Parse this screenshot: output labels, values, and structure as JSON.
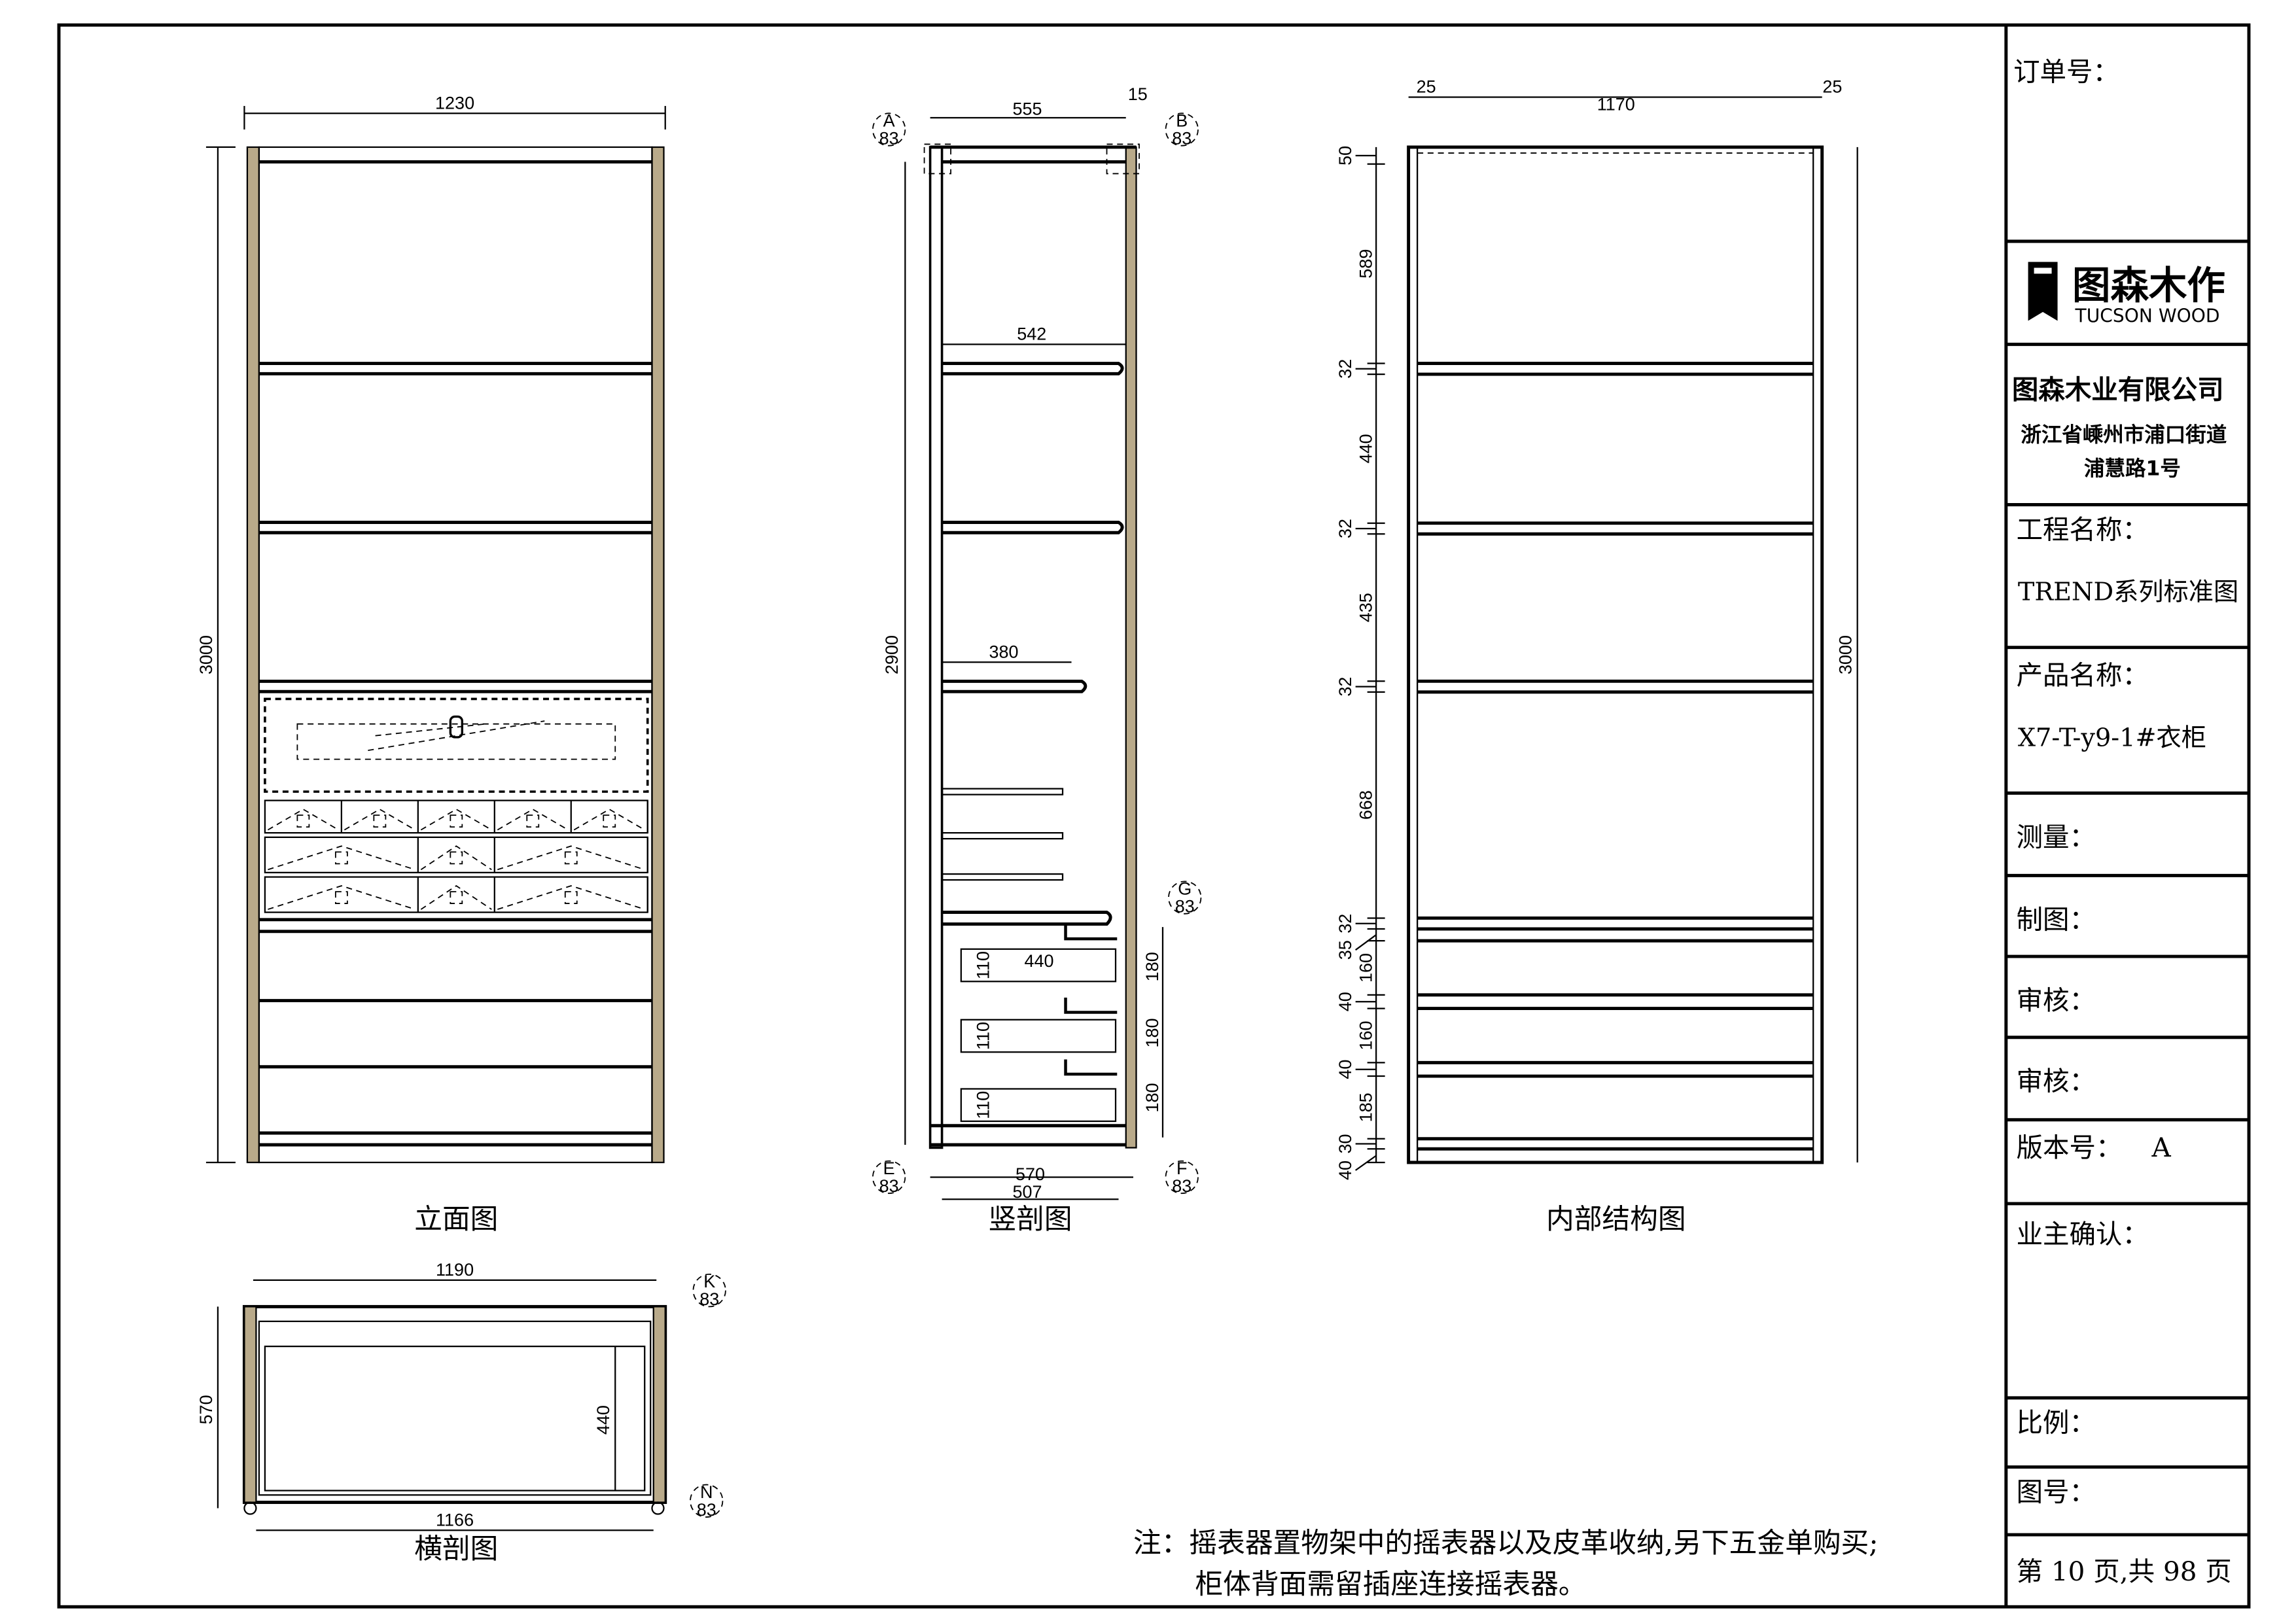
{
  "title_block": {
    "order_no": "订单号：",
    "logo_cn": "图森木作",
    "logo_en": "TUCSON WOOD",
    "company": "图森木业有限公司",
    "address_line1": "浙江省嵊州市浦口街道",
    "address_line2": "浦慧路1号",
    "project_label": "工程名称：",
    "project_value": "TREND系列标准图",
    "product_label": "产品名称：",
    "product_value": "X7-T-y9-1#衣柜",
    "measure_label": "测量：",
    "draw_label": "制图：",
    "review1_label": "审核：",
    "review2_label": "审核：",
    "version_label": "版本号：",
    "version_value": "A",
    "owner_confirm_label": "业主确认：",
    "scale_label": "比例：",
    "drawing_no_label": "图号：",
    "page_info": "第 10 页,共 98 页"
  },
  "elevation": {
    "title": "立面图",
    "width_dim": "1230",
    "height_dim": "3000"
  },
  "section": {
    "title": "竖剖图",
    "depth_dim": "555",
    "back_dim": "15",
    "shelf_dim": "542",
    "height_dim": "2900",
    "tray_dim": "380",
    "drawer_depth_dim": "440",
    "drawer_heights": [
      "110",
      "110",
      "110"
    ],
    "drawer_pitch": [
      "180",
      "180",
      "180"
    ],
    "total_depth_dim": "570",
    "inner_depth_dim": "507",
    "callouts": [
      {
        "letter": "A",
        "sheet": "83"
      },
      {
        "letter": "B",
        "sheet": "83"
      },
      {
        "letter": "G",
        "sheet": "83"
      },
      {
        "letter": "E",
        "sheet": "83"
      },
      {
        "letter": "F",
        "sheet": "83"
      }
    ]
  },
  "internal": {
    "title": "内部结构图",
    "left_side_dim": "25",
    "inner_width_dim": "1170",
    "right_side_dim": "25",
    "height_dim": "3000",
    "vchain": [
      50,
      589,
      32,
      440,
      32,
      435,
      32,
      668,
      32,
      35,
      160,
      40,
      160,
      40,
      185,
      30,
      40
    ]
  },
  "plan": {
    "title": "横剖图",
    "width_dim": "1190",
    "depth_dim": "570",
    "inner_depth_dim": "440",
    "inner_width_dim": "1166",
    "callouts": [
      {
        "letter": "K",
        "sheet": "83"
      },
      {
        "letter": "N",
        "sheet": "83"
      }
    ]
  },
  "note": {
    "line1": "注：摇表器置物架中的摇表器以及皮革收纳,另下五金单购买;",
    "line2": "柜体背面需留插座连接摇表器。"
  },
  "colors": {
    "wood": "#b9aa8a",
    "line": "#000000"
  }
}
